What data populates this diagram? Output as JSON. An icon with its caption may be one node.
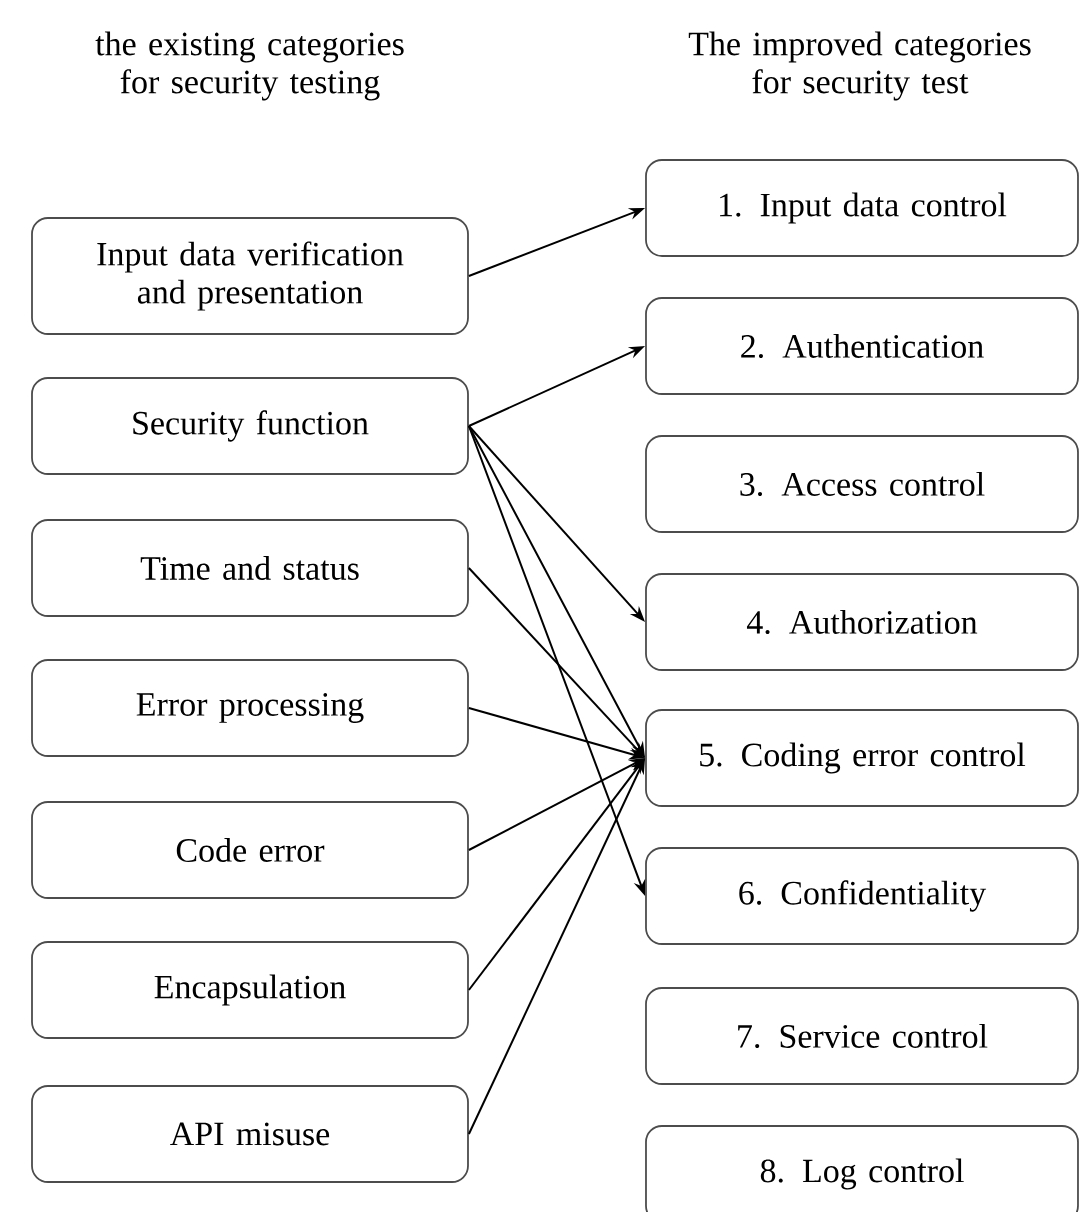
{
  "diagram": {
    "nodes": [
      {
        "text": [
          "Input data verification and presentation"
        ]
      },
      {
        "text": [
          "Security function"
        ]
      },
      {
        "text": [
          "Time and status"
        ]
      },
      {
        "text": [
          "Error processing"
        ]
      },
      {
        "text": [
          "Code error"
        ]
      },
      {
        "text": [
          "Encapsulation"
        ]
      },
      {
        "text": [
          "API misuse"
        ]
      },
      {
        "text": [
          "1. Input data control"
        ]
      },
      {
        "text": [
          "2. Authentication"
        ]
      },
      {
        "text": [
          "3. Access control"
        ]
      },
      {
        "text": [
          "4. Authorization"
        ]
      },
      {
        "text": [
          "5. Coding error control"
        ]
      },
      {
        "text": [
          "6. Confidentiality"
        ]
      },
      {
        "text": [
          "7. Service control"
        ]
      },
      {
        "text": [
          "8. Log control"
        ]
      }
    ],
    "edges": [
      {
        "from": 0,
        "to": 7,
        "arrow": "to"
      },
      {
        "from": 1,
        "to": 8,
        "arrow": "to"
      },
      {
        "from": 1,
        "to": 10,
        "arrow": "to"
      },
      {
        "from": 1,
        "to": 11,
        "arrow": "to"
      },
      {
        "from": 1,
        "to": 12,
        "arrow": "to"
      },
      {
        "from": 2,
        "to": 11,
        "arrow": "to"
      },
      {
        "from": 3,
        "to": 11,
        "arrow": "to"
      },
      {
        "from": 4,
        "to": 11,
        "arrow": "to"
      },
      {
        "from": 5,
        "to": 11,
        "arrow": "to"
      },
      {
        "from": 6,
        "to": 11,
        "arrow": "to"
      }
    ],
    "labels": [
      "the existing categories for security testing",
      "The improved categories for security test"
    ]
  }
}
